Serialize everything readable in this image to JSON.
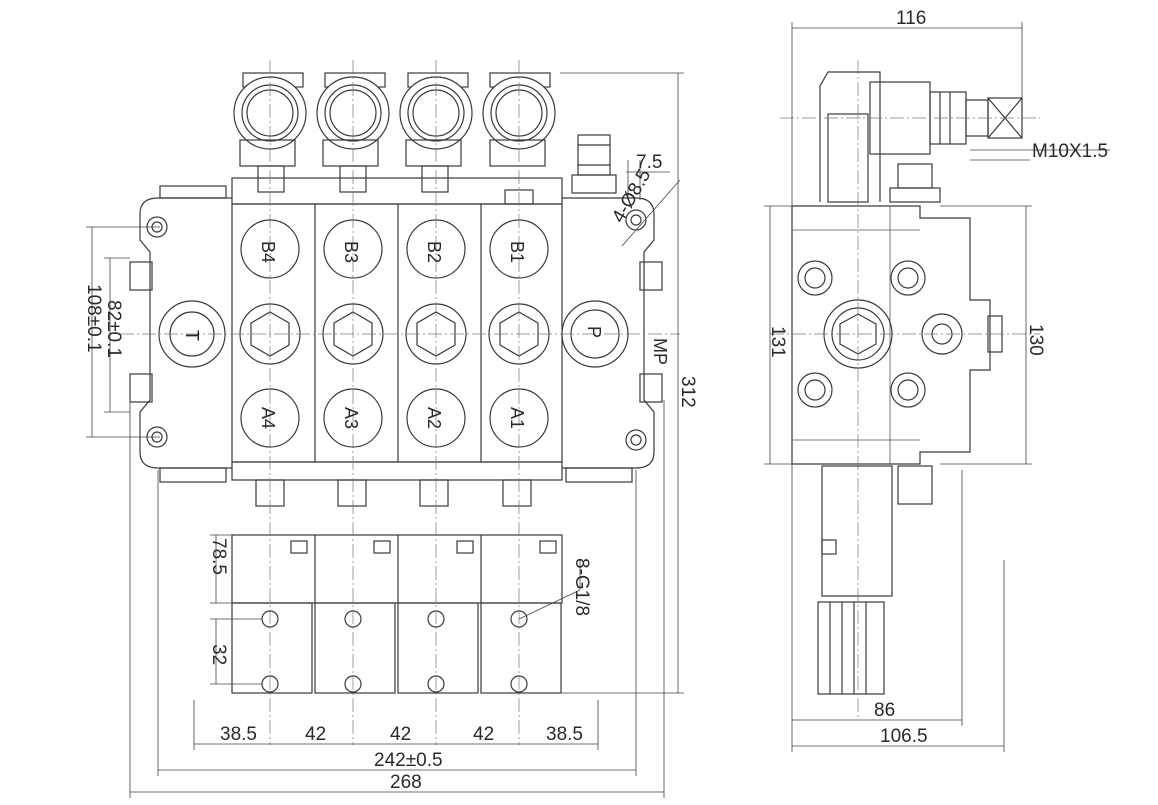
{
  "front_view": {
    "ports_b": [
      "B4",
      "B3",
      "B2",
      "B1"
    ],
    "ports_a": [
      "A4",
      "A3",
      "A2",
      "A1"
    ],
    "port_t": "T",
    "port_p": "P",
    "port_mp": "MP",
    "dim_section_widths": [
      "38.5",
      "42",
      "42",
      "42",
      "38.5"
    ],
    "dim_mount_width": "242±0.5",
    "dim_overall_width": "268",
    "dim_height": "312",
    "dim_mount_height": "108±0.1",
    "dim_port_offset": "82±0.1",
    "dim_coil": "78.5",
    "dim_manual": "32",
    "dim_hole_offset": "7.5",
    "dim_hole_dia": "4-Ø8.5",
    "dim_pilot_ports": "8-G1/8"
  },
  "side_view": {
    "dim_width_top": "116",
    "thread": "M10X1.5",
    "dim_body_height_left": "131",
    "dim_body_height_right": "130",
    "dim_bottom_86": "86",
    "dim_bottom_106": "106.5"
  }
}
